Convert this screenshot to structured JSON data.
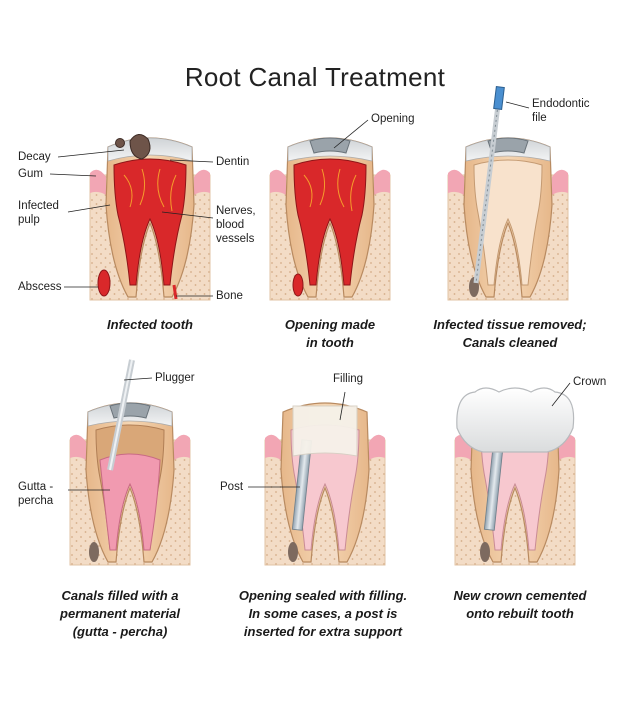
{
  "title": "Root Canal Treatment",
  "panels": [
    {
      "caption": [
        "Infected tooth"
      ],
      "labels": {
        "decay": "Decay",
        "gum": "Gum",
        "infected_pulp": [
          "Infected",
          "pulp"
        ],
        "abscess": "Abscess",
        "dentin": "Dentin",
        "nerves": [
          "Nerves,",
          "blood",
          "vessels"
        ],
        "bone": "Bone"
      }
    },
    {
      "caption": [
        "Opening made",
        "in tooth"
      ],
      "labels": {
        "opening": "Opening"
      }
    },
    {
      "caption": [
        "Infected tissue removed;",
        "Canals cleaned"
      ],
      "labels": {
        "endodontic": [
          "Endodontic",
          "file"
        ]
      }
    },
    {
      "caption": [
        "Canals filled with a",
        "permanent material",
        "(gutta - percha)"
      ],
      "labels": {
        "plugger": "Plugger",
        "gutta": [
          "Gutta -",
          "percha"
        ]
      }
    },
    {
      "caption": [
        "Opening sealed with filling.",
        "In some cases, a post is",
        "inserted for extra support"
      ],
      "labels": {
        "filling": "Filling",
        "post": "Post"
      }
    },
    {
      "caption": [
        "New crown cemented",
        "onto rebuilt tooth"
      ],
      "labels": {
        "crown": "Crown"
      }
    }
  ],
  "colors": {
    "bone": "#f3dcc6",
    "gum": "#f2a6b4",
    "dentin": "#f0c9a0",
    "enamel": "#e9ecef",
    "pulp_infected": "#d9282a",
    "canal_clean": "#f7c8cf",
    "gutta": "#f19ab0",
    "temp_fill": "#f3efe9",
    "crown": "#f4f4f4",
    "post": "#b9c4cc",
    "instrument": "#4a8fd0"
  }
}
